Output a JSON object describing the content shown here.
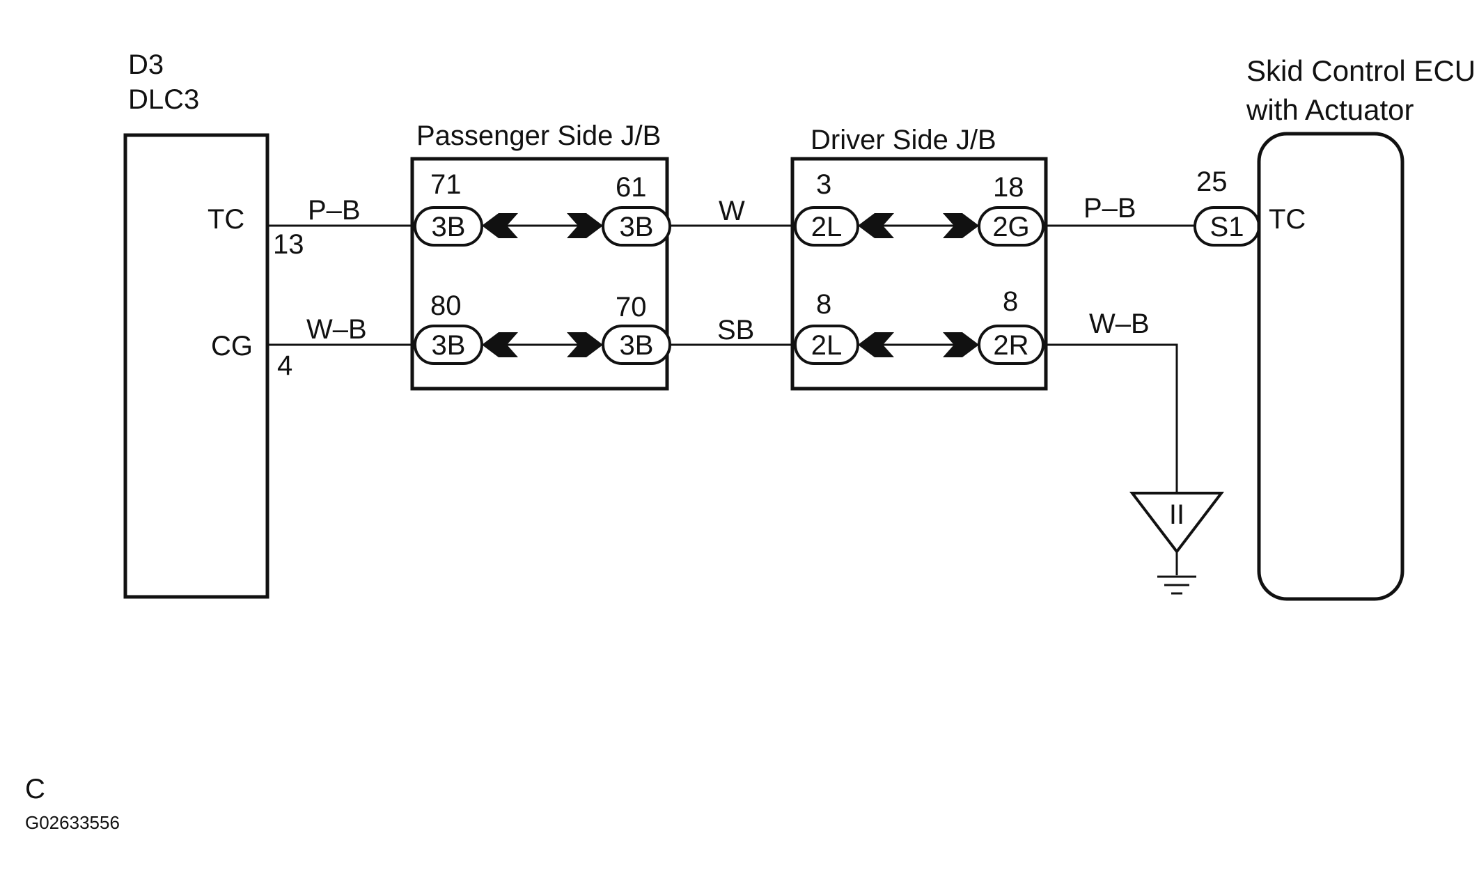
{
  "dlc3": {
    "code": "D3",
    "name": "DLC3",
    "pin_tc": "TC",
    "pin_cg": "CG",
    "num_tc": "13",
    "num_cg": "4"
  },
  "ecu": {
    "line1": "Skid Control ECU",
    "line2": "with Actuator",
    "pin_tc": "TC"
  },
  "passenger_jb": {
    "title": "Passenger Side J/B",
    "top_left_num": "71",
    "top_right_num": "61",
    "bottom_left_num": "80",
    "bottom_right_num": "70",
    "top_left_conn": "3B",
    "top_right_conn": "3B",
    "bottom_left_conn": "3B",
    "bottom_right_conn": "3B"
  },
  "driver_jb": {
    "title": "Driver Side J/B",
    "top_left_num": "3",
    "top_right_num": "18",
    "bottom_left_num": "8",
    "bottom_right_num": "8",
    "top_left_conn": "2L",
    "top_right_conn": "2G",
    "bottom_left_conn": "2L",
    "bottom_right_conn": "2R"
  },
  "ecu_connector": {
    "num": "25",
    "conn": "S1"
  },
  "wires": {
    "dlc_to_pjb_top": "P–B",
    "dlc_to_pjb_bottom": "W–B",
    "pjb_to_djb_top": "W",
    "pjb_to_djb_bottom": "SB",
    "djb_to_ecu": "P–B",
    "djb_to_ground": "W–B"
  },
  "ground": {
    "label": "II"
  },
  "footer": {
    "letter": "C",
    "code": "G02633556"
  }
}
